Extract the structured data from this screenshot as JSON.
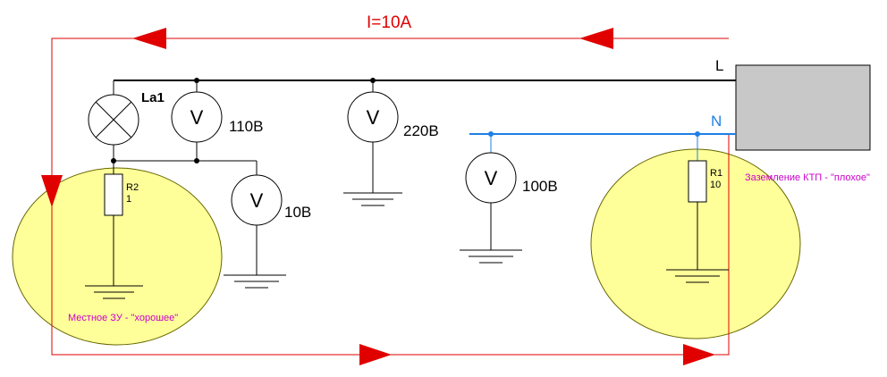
{
  "current_label": "I=10A",
  "line_labels": {
    "phase": "L",
    "neutral": "N"
  },
  "lamp": {
    "label": "La1"
  },
  "voltmeters": [
    {
      "glyph": "V",
      "reading": "110В"
    },
    {
      "glyph": "V",
      "reading": "220В"
    },
    {
      "glyph": "V",
      "reading": "10В"
    },
    {
      "glyph": "V",
      "reading": "100В"
    }
  ],
  "resistors": [
    {
      "name": "R2",
      "value": "1"
    },
    {
      "name": "R1",
      "value": "10"
    }
  ],
  "grounding": {
    "local": "Местное ЗУ - \"хорошее\"",
    "substation": "Заземление КТП - \"плохое\""
  },
  "colors": {
    "current_path": "#e00000",
    "phase_wire": "#000000",
    "neutral_wire": "#1e7fe6",
    "ground_zone_fill": "#ffff99",
    "ground_zone_stroke": "#666600",
    "annotation": "#cc00cc",
    "substation_box": "#c8c8c8"
  }
}
